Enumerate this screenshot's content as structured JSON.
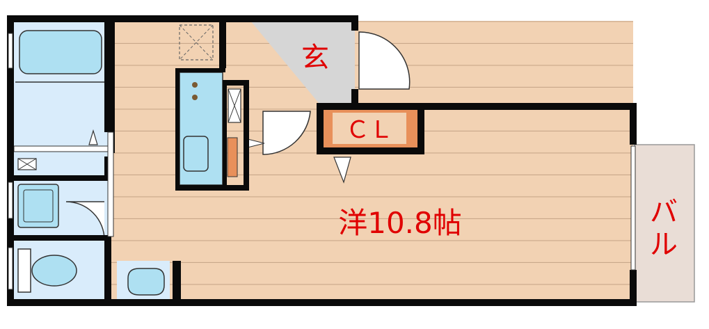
{
  "floor_plan": {
    "labels": {
      "entrance": "玄",
      "closet": "ＣＬ",
      "western_room": "洋10.8帖",
      "balcony_line1": "バ",
      "balcony_line2": "ル"
    },
    "colors": {
      "wall": "#0a0a0a",
      "wood_floor": "#f2d2b3",
      "floor_line": "#c9a88a",
      "entrance_floor": "#d6d6d6",
      "wet_area": "#d9ecfb",
      "fixture": "#aee0f2",
      "balcony": "#e9ddd6",
      "closet_accent": "#e8905a",
      "label_red": "#e00000"
    }
  }
}
